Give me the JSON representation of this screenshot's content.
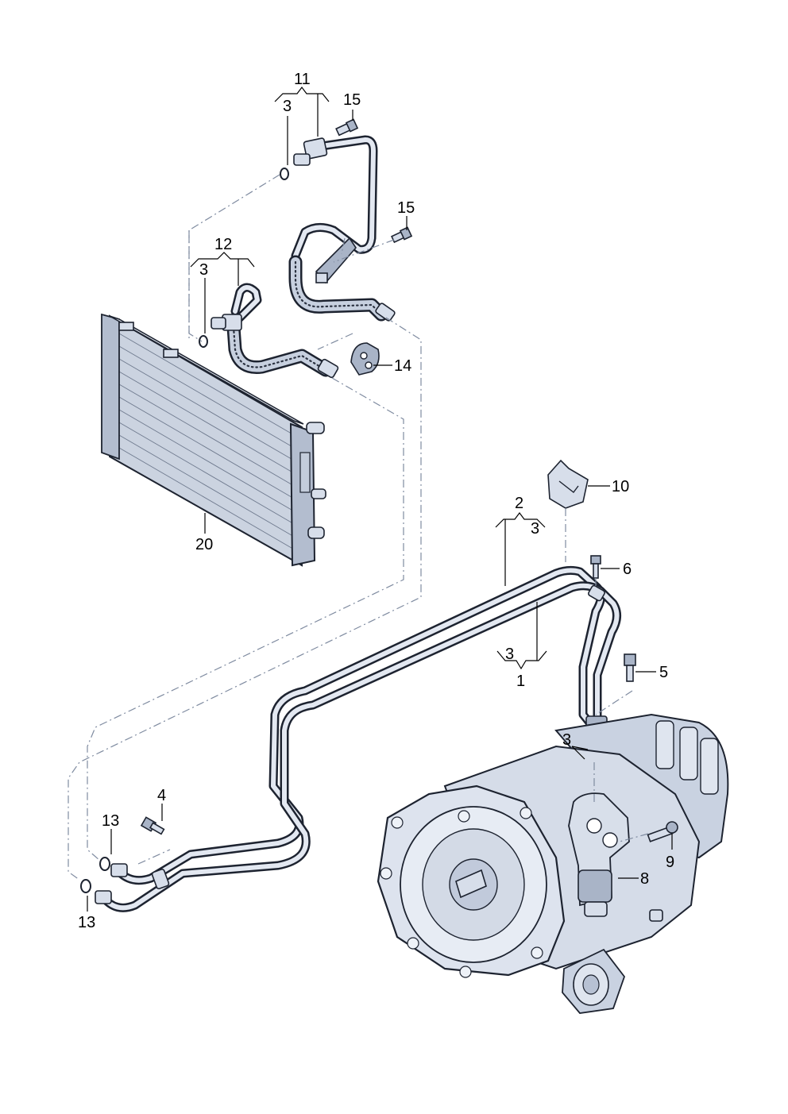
{
  "callouts": {
    "c1": "1",
    "c2": "2",
    "c3_top": "3",
    "c3_mid": "3",
    "c3_right": "3",
    "c3_lower": "3",
    "c3_trans": "3",
    "c4": "4",
    "c5": "5",
    "c6": "6",
    "c8": "8",
    "c9": "9",
    "c10": "10",
    "c11": "11",
    "c12": "12",
    "c13_upper": "13",
    "c13_lower": "13",
    "c14": "14",
    "c15_top": "15",
    "c15_mid": "15",
    "c20": "20"
  },
  "colors": {
    "line_art": "#1d2330",
    "part_fill": "#d7deea",
    "shadow_fill": "#a9b4c7",
    "dash_line": "#7f8ba0",
    "background": "#ffffff"
  }
}
